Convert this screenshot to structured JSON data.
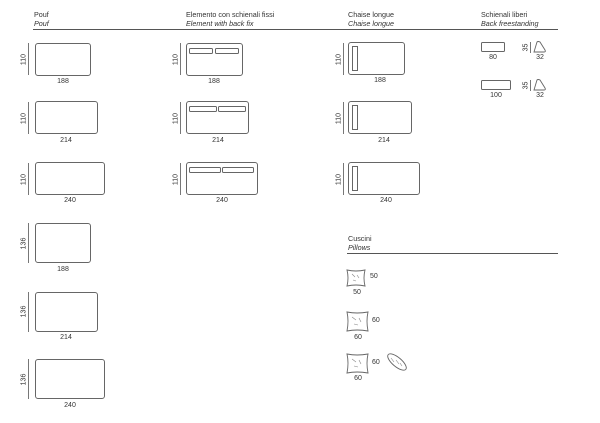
{
  "sections": {
    "pouf": {
      "it": "Pouf",
      "en": "Pouf"
    },
    "fixed_back": {
      "it": "Elemento con schienali fissi",
      "en": "Element with back fix"
    },
    "chaise": {
      "it": "Chaise longue",
      "en": "Chaise longue"
    },
    "free_backs": {
      "it": "Schienali liberi",
      "en": "Back freestanding"
    },
    "pillows": {
      "it": "Cuscini",
      "en": "Pillows"
    }
  },
  "pouf": [
    {
      "w": "188",
      "h": "110"
    },
    {
      "w": "214",
      "h": "110"
    },
    {
      "w": "240",
      "h": "110"
    },
    {
      "w": "188",
      "h": "136"
    },
    {
      "w": "214",
      "h": "136"
    },
    {
      "w": "240",
      "h": "136"
    }
  ],
  "fixed_back": [
    {
      "w": "188",
      "h": "110"
    },
    {
      "w": "214",
      "h": "110"
    },
    {
      "w": "240",
      "h": "110"
    }
  ],
  "chaise": [
    {
      "w": "188",
      "h": "110"
    },
    {
      "w": "214",
      "h": "110"
    },
    {
      "w": "240",
      "h": "110"
    }
  ],
  "free_backs": [
    {
      "w": "80",
      "h": "35",
      "d": "32"
    },
    {
      "w": "100",
      "h": "35",
      "d": "32"
    }
  ],
  "pillows": [
    {
      "w": "50",
      "h": "50"
    },
    {
      "w": "60",
      "h": "60"
    },
    {
      "w": "60",
      "h": "60"
    }
  ]
}
